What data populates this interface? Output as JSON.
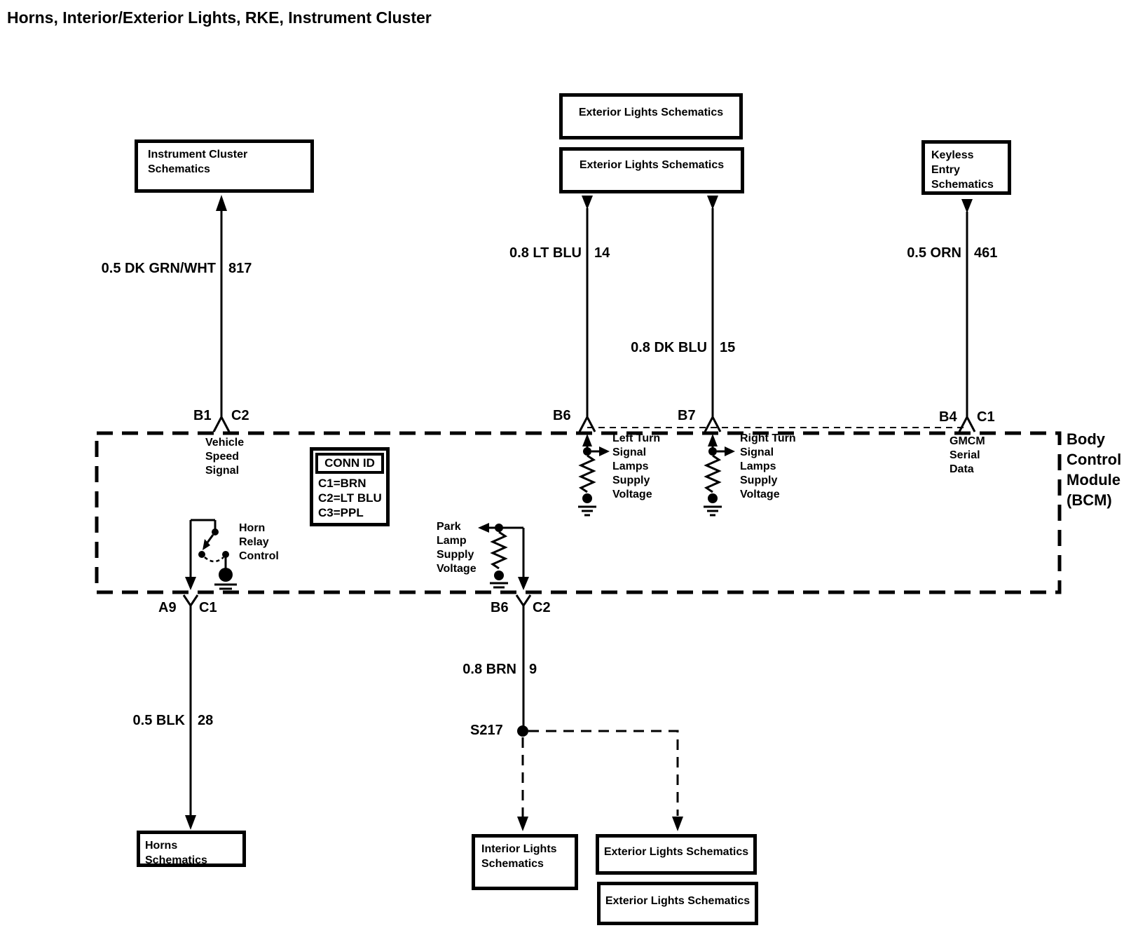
{
  "title": "Horns, Interior/Exterior Lights, RKE, Instrument Cluster",
  "reference_boxes": {
    "instrument_cluster": "Instrument Cluster Schematics",
    "exterior_lights_top_1": "Exterior Lights Schematics",
    "exterior_lights_top_2": "Exterior Lights Schematics",
    "keyless_entry": "Keyless Entry Schematics",
    "horns": "Horns Schematics",
    "interior_lights": "Interior Lights Schematics",
    "exterior_lights_bottom_1": "Exterior Lights Schematics",
    "exterior_lights_bottom_2": "Exterior Lights Schematics"
  },
  "module": {
    "name": "Body\nControl\nModule\n(BCM)",
    "conn_id": {
      "header": "CONN ID",
      "rows": [
        "C1=BRN",
        "C2=LT BLU",
        "C3=PPL"
      ]
    },
    "signals": {
      "vehicle_speed": "Vehicle\nSpeed\nSignal",
      "left_turn": "Left Turn\nSignal\nLamps\nSupply\nVoltage",
      "right_turn": "Right Turn\nSignal\nLamps\nSupply\nVoltage",
      "gmcm_serial": "GMCM\nSerial\nData",
      "horn_relay": "Horn\nRelay\nControl",
      "park_lamp": "Park\nLamp\nSupply\nVoltage"
    }
  },
  "connectors": {
    "instrument": {
      "pin": "B1",
      "connector": "C2"
    },
    "left_turn": {
      "pin": "B6"
    },
    "right_turn": {
      "pin": "B7"
    },
    "keyless": {
      "pin": "B4",
      "connector": "C1"
    },
    "horn": {
      "pin": "A9",
      "connector": "C1"
    },
    "park": {
      "pin": "B6",
      "connector": "C2"
    }
  },
  "wires": {
    "vehicle_speed": {
      "spec": "0.5 DK GRN/WHT",
      "circuit": "817"
    },
    "left_turn": {
      "spec": "0.8 LT BLU",
      "circuit": "14"
    },
    "right_turn": {
      "spec": "0.8 DK BLU",
      "circuit": "15"
    },
    "gmcm_serial": {
      "spec": "0.5 ORN",
      "circuit": "461"
    },
    "horn": {
      "spec": "0.5 BLK",
      "circuit": "28"
    },
    "park": {
      "spec": "0.8 BRN",
      "circuit": "9"
    }
  },
  "splice": {
    "label": "S217"
  },
  "colors": {
    "line": "#000000",
    "background": "#ffffff",
    "text": "#000000"
  }
}
